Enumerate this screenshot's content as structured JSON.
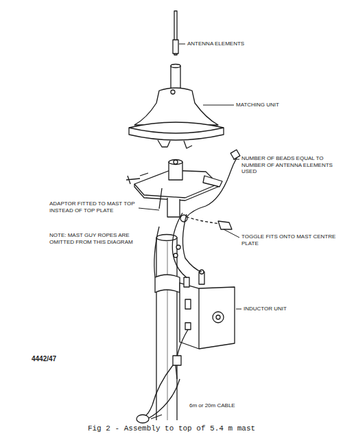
{
  "diagram": {
    "caption": "Fig 2 - Assembly to top of 5.4 m mast",
    "labels": [
      "ANTENNA ELEMENTS",
      "MATCHING UNIT",
      "NUMBER OF BEADS EQUAL TO NUMBER OF ANTENNA ELEMENTS USED",
      "ADAPTOR FITTED TO MAST TOP INSTEAD OF TOP PLATE",
      "NOTE: MAST GUY ROPES ARE OMITTED FROM THIS DIAGRAM",
      "TOGGLE FITS ONTO MAST CENTRE PLATE",
      "INDUCTOR UNIT",
      "6m or 20m CABLE",
      "4442/47"
    ]
  }
}
